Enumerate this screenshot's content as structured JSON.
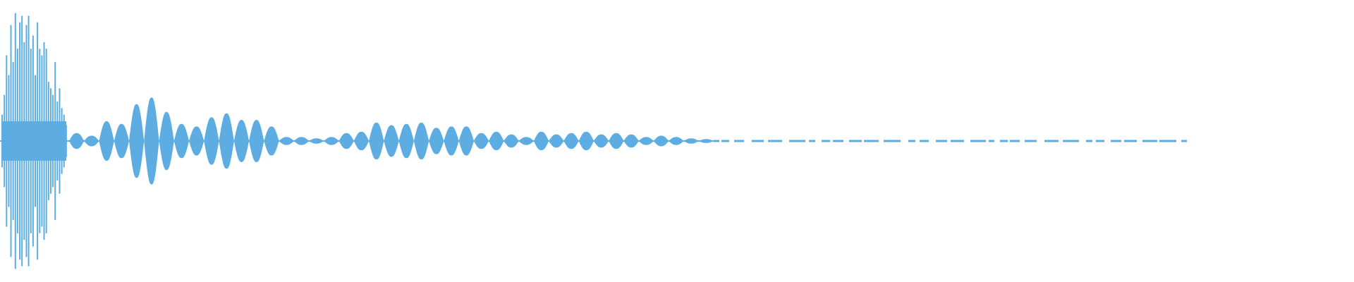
{
  "chart_data": {
    "type": "area",
    "title": "",
    "xlabel": "",
    "ylabel": "",
    "grid": false,
    "legend": "none",
    "ylim": [
      -1,
      1
    ],
    "color": "#5dade2",
    "attack_amplitudes": [
      0.2,
      0.35,
      0.65,
      0.5,
      0.88,
      0.6,
      0.97,
      0.7,
      0.9,
      0.95,
      0.75,
      0.88,
      0.95,
      0.7,
      0.8,
      0.5,
      0.9,
      0.7,
      0.65,
      0.75,
      0.7,
      0.45,
      0.4,
      0.35,
      0.6,
      0.3,
      0.4,
      0.25,
      0.2,
      0.12
    ],
    "lobe_amplitudes": [
      0.06,
      0.04,
      0.15,
      0.13,
      0.28,
      0.33,
      0.22,
      0.13,
      0.11,
      0.18,
      0.21,
      0.16,
      0.16,
      0.11,
      0.03,
      0.03,
      0.02,
      0.03,
      0.06,
      0.07,
      0.14,
      0.12,
      0.13,
      0.14,
      0.1,
      0.11,
      0.11,
      0.06,
      0.07,
      0.05,
      0.03,
      0.07,
      0.05,
      0.06,
      0.07,
      0.05,
      0.06,
      0.05,
      0.03,
      0.04,
      0.03,
      0.02,
      0.015
    ],
    "tail_amplitude": 0.008
  }
}
